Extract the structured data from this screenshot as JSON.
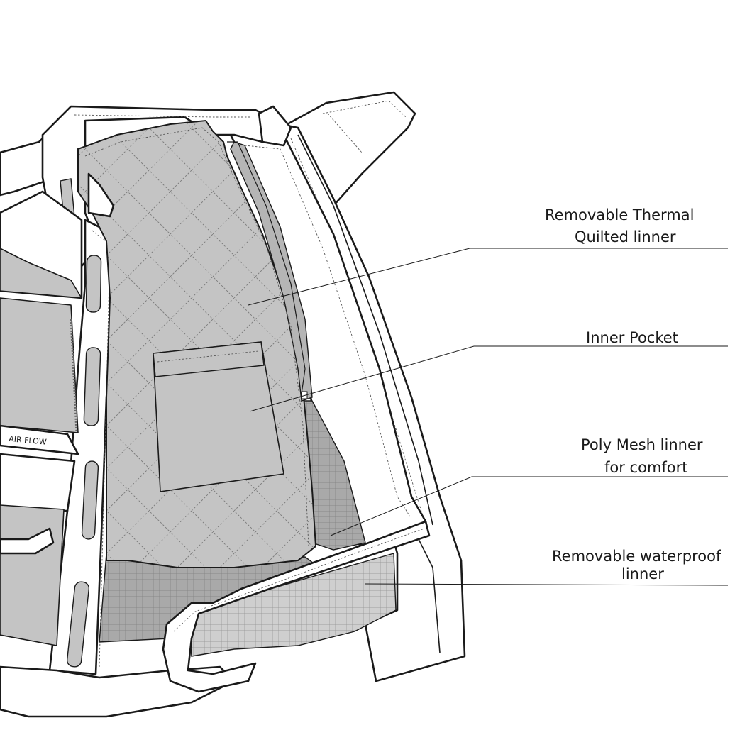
{
  "diagram": {
    "jacket_label": "AIR FLOW",
    "callouts": [
      {
        "id": "thermal",
        "lines": [
          "Removable  Thermal",
          "Quilted linner"
        ]
      },
      {
        "id": "pocket",
        "lines": [
          "Inner Pocket"
        ]
      },
      {
        "id": "mesh",
        "lines": [
          "Poly Mesh linner",
          "for comfort"
        ]
      },
      {
        "id": "waterproof",
        "lines": [
          "Removable waterproof",
          "linner"
        ]
      }
    ]
  },
  "colors": {
    "line": "#1a1a1a",
    "quilted_fill": "#c4c4c4",
    "mesh_fill": "#a9a9a9",
    "background": "#ffffff"
  }
}
